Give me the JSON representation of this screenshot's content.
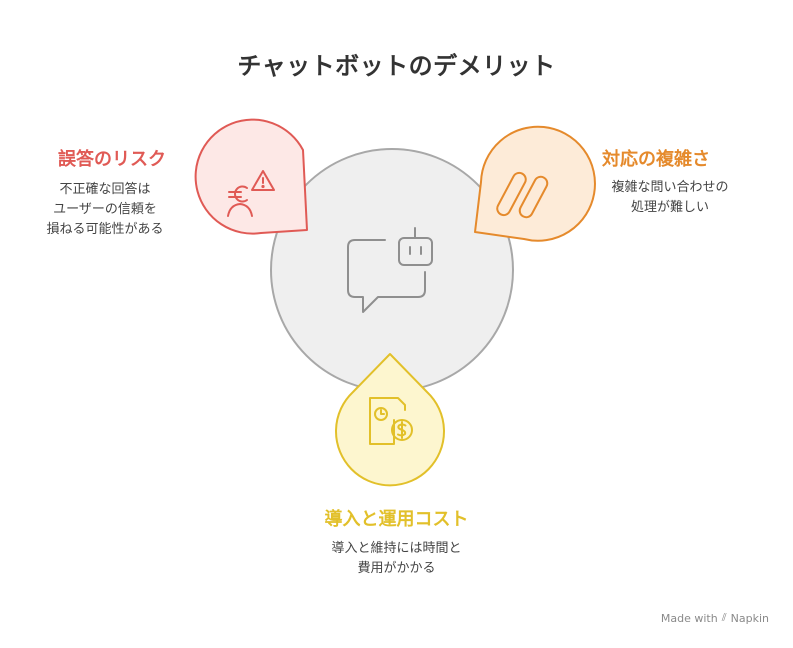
{
  "title": "チャットボットのデメリット",
  "center": {
    "icon": "chatbot-icon"
  },
  "items": [
    {
      "heading": "誤答のリスク",
      "lines": [
        "不正確な回答は",
        "ユーザーの信頼を",
        "損ねる可能性がある"
      ],
      "icon": "warning-person-icon",
      "color": "#e05a55"
    },
    {
      "heading": "対応の複雑さ",
      "lines": [
        "複雑な問い合わせの",
        "処理が難しい"
      ],
      "icon": "slider-icon",
      "color": "#e58a2c"
    },
    {
      "heading": "導入と運用コスト",
      "lines": [
        "導入と維持には時間と",
        "費用がかかる"
      ],
      "icon": "cost-document-icon",
      "color": "#e2c02a"
    }
  ],
  "footer": {
    "made_with": "Made with",
    "brand": "Napkin"
  }
}
